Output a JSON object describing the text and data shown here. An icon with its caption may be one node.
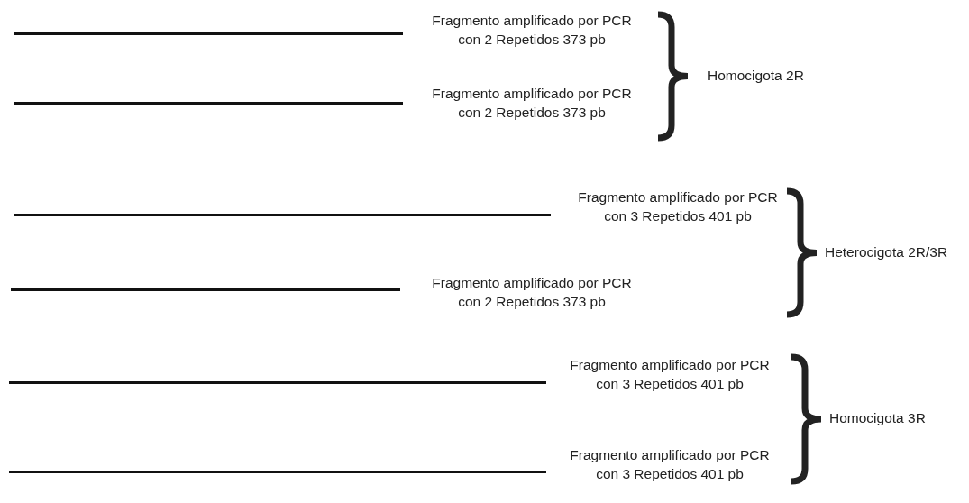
{
  "diagram": {
    "nodes": [
      {
        "text": [],
        "shape": "bar",
        "beside": [
          "Fragmento amplificado por PCR con 2 Repetidos 373 pb"
        ]
      },
      {
        "text": [],
        "shape": "bar",
        "beside": [
          "Fragmento amplificado por PCR con 2 Repetidos 373 pb"
        ]
      },
      {
        "text": [],
        "shape": "bar",
        "beside": [
          "Fragmento amplificado por PCR con 3 Repetidos 401 pb"
        ]
      },
      {
        "text": [],
        "shape": "bar",
        "beside": [
          "Fragmento amplificado por PCR con 2 Repetidos 373 pb"
        ]
      },
      {
        "text": [],
        "shape": "bar",
        "beside": [
          "Fragmento amplificado por PCR con 3 Repetidos 401 pb"
        ]
      },
      {
        "text": [],
        "shape": "bar",
        "beside": [
          "Fragmento amplificado por PCR con 3 Repetidos 401 pb"
        ]
      }
    ],
    "labels": [
      "Homocigota 2R",
      "Heterocigota 2R/3R",
      "Homocigota 3R"
    ]
  }
}
